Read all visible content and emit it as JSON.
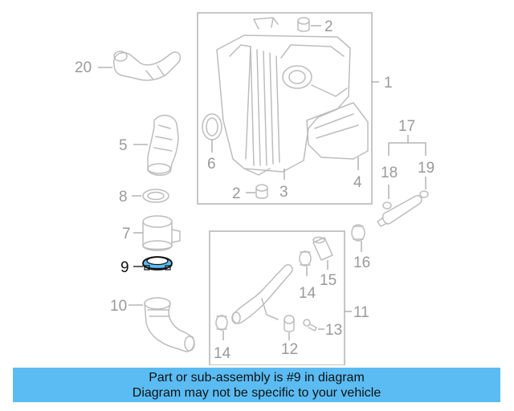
{
  "diagram": {
    "highlight_color": "#5bbcf3",
    "part_color": "#bdbdbd",
    "label_color": "#9a9a9a",
    "callouts": {
      "c1": "1",
      "c2a": "2",
      "c2b": "2",
      "c3": "3",
      "c4": "4",
      "c5": "5",
      "c6": "6",
      "c7": "7",
      "c8": "8",
      "c9": "9",
      "c10": "10",
      "c11": "11",
      "c12": "12",
      "c13": "13",
      "c14a": "14",
      "c14b": "14",
      "c15": "15",
      "c16": "16",
      "c17": "17",
      "c18": "18",
      "c19": "19",
      "c20": "20"
    },
    "highlighted_part": "9"
  },
  "banner": {
    "background": "#5bbcf3",
    "line1": "Part or sub-assembly is #9 in diagram",
    "line2": "Diagram may not be specific to your vehicle"
  }
}
